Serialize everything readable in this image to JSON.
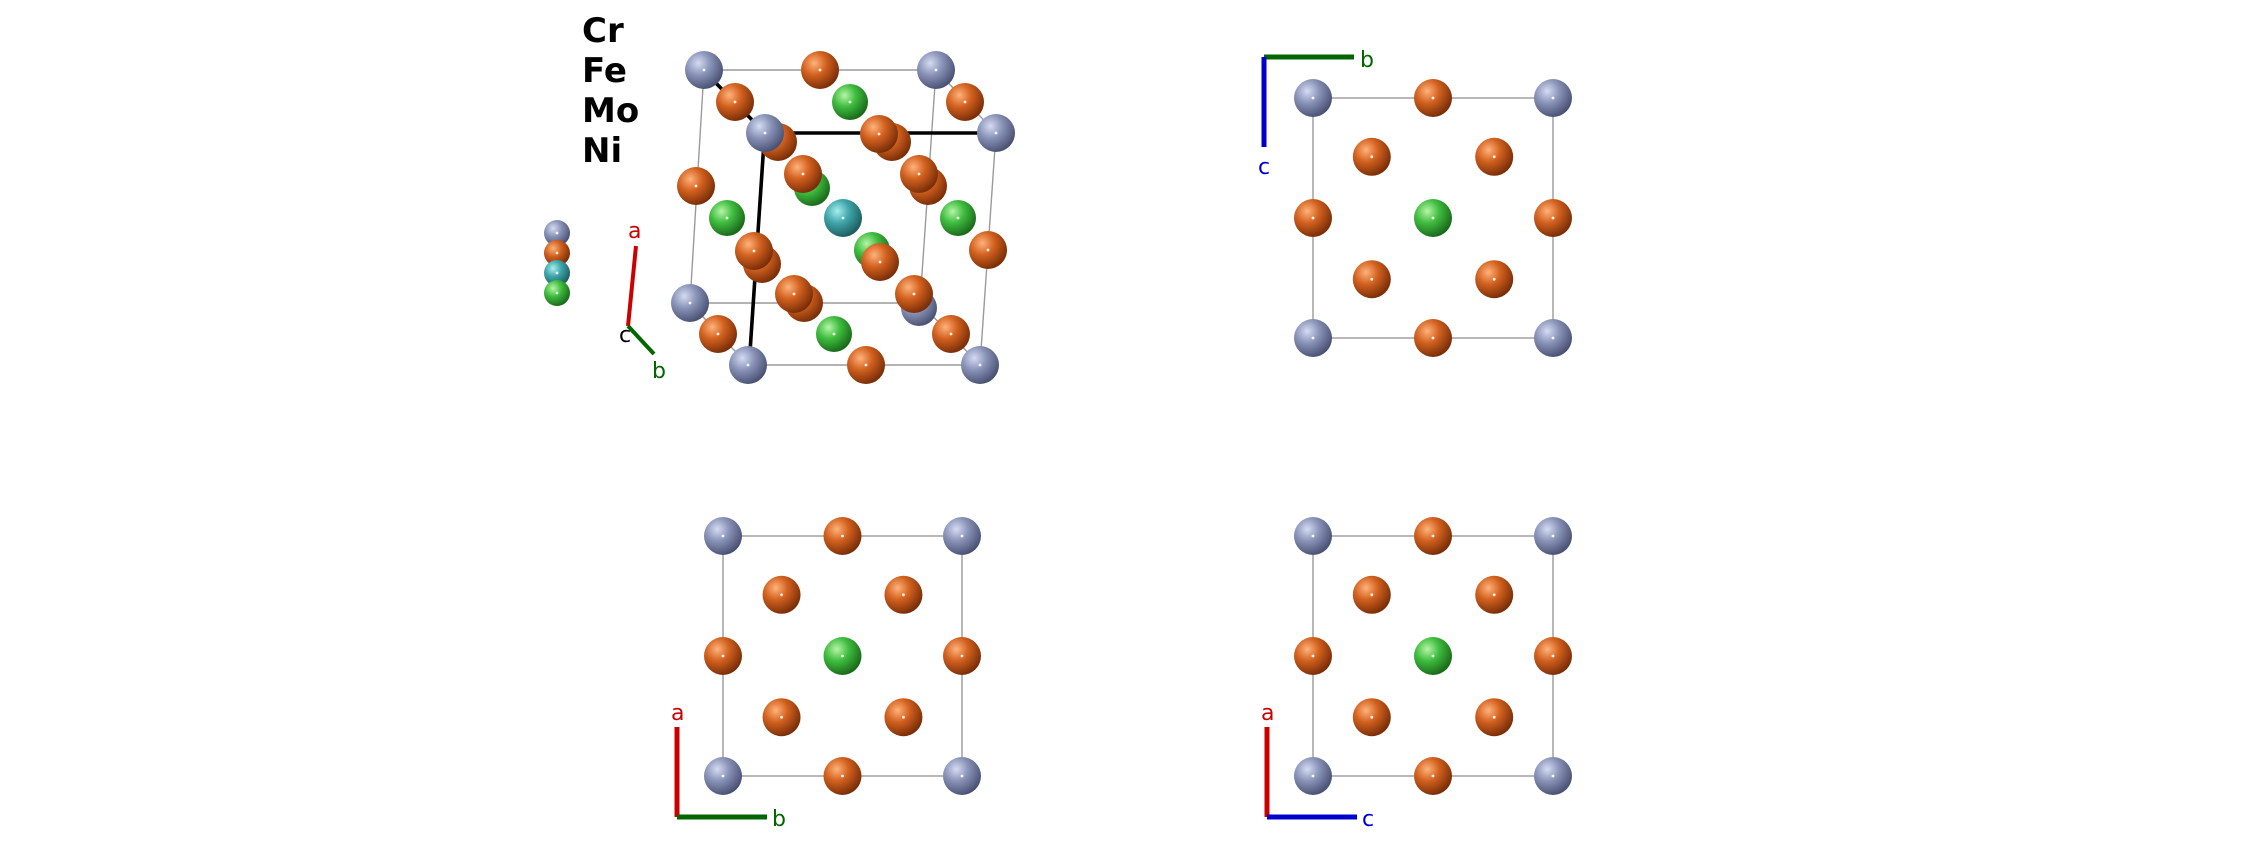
{
  "legend": {
    "elements": [
      "Cr",
      "Fe",
      "Mo",
      "Ni"
    ]
  },
  "colors": {
    "Cr": "#8a94b8",
    "Fe": "#d2611f",
    "Mo": "#3fa6aa",
    "Ni": "#3fbd3f",
    "axis_a": "#cc0000",
    "axis_b": "#006600",
    "axis_c": "#0000cc"
  },
  "views": {
    "perspective": {
      "axes": [
        "a",
        "b",
        "c"
      ]
    },
    "view_bc": {
      "axes": [
        "b",
        "c"
      ]
    },
    "view_ab": {
      "axes": [
        "a",
        "b"
      ]
    },
    "view_ac": {
      "axes": [
        "a",
        "c"
      ]
    }
  }
}
